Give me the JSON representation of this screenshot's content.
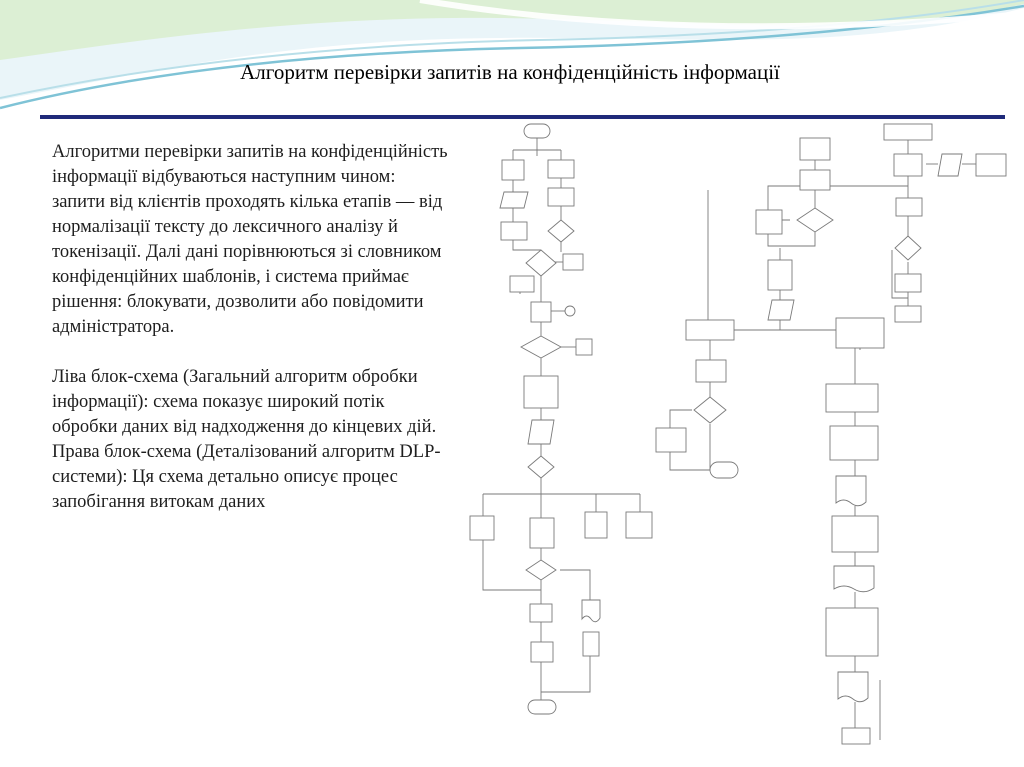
{
  "slide": {
    "title": "Алгоритм перевірки запитів на конфіденційність інформації",
    "intro_paragraph": "Алгоритми перевірки запитів на конфіденційність інформації відбуваються наступним чином: запити від клієнтів проходять кілька етапів — від нормалізації тексту до лексичного аналізу й токенізації. Далі дані порівнюються зі словником конфіденційних шаблонів, і система приймає рішення: блокувати, дозволити або повідомити адміністратора.",
    "left_chart_caption": "Ліва блок-схема (Загальний алгоритм обробки інформації): схема показує широкий потік обробки даних від надходження до кінцевих дій.",
    "right_chart_caption": "Права блок-схема (Деталізований алгоритм DLP-системи): Ця схема детально описує процес запобігання витокам даних"
  },
  "theme": {
    "title_rule_color": "#1f2a7a",
    "wave_colors": [
      "#7fc3d6",
      "#b9dfe9",
      "#d7ecc7",
      "#eaf5f9"
    ]
  }
}
